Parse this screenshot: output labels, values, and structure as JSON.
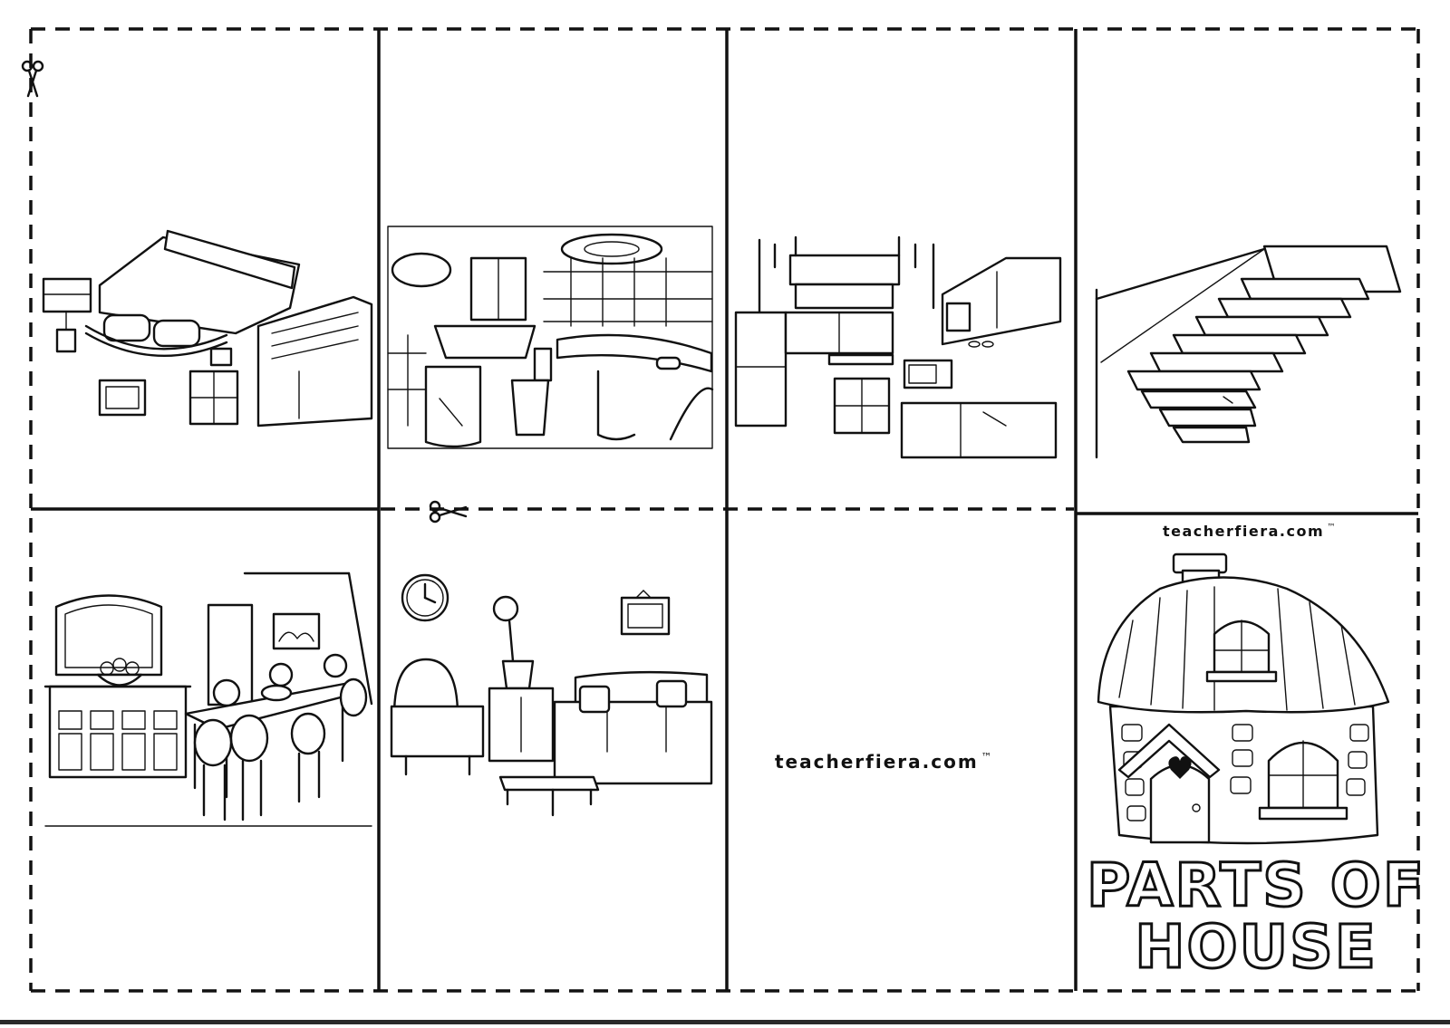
{
  "watermark": {
    "brand": "teacherfiera.com",
    "trademark": "™"
  },
  "cover": {
    "title_line1": "PARTS OF",
    "title_line2": "HOUSE"
  },
  "icons": [
    "scissors-icon",
    "scissors-icon"
  ],
  "panels": [
    "bedroom-illustration",
    "bathroom-illustration",
    "kitchen-illustration",
    "stairs-illustration",
    "dining-room-illustration",
    "living-room-illustration",
    "blank-panel",
    "cover-panel"
  ]
}
